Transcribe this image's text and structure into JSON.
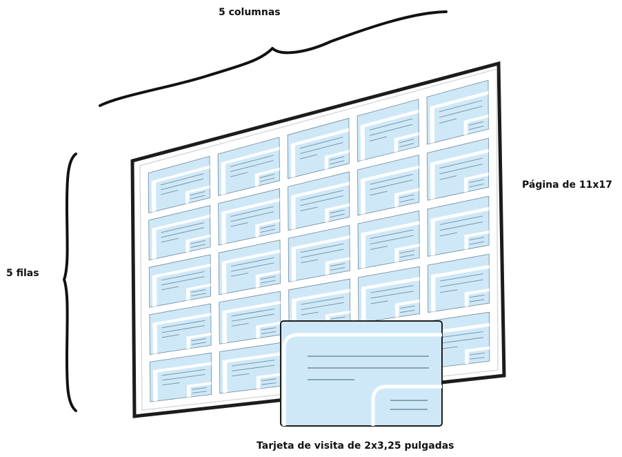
{
  "labels": {
    "columns": "5 columnas",
    "rows": "5 filas",
    "page": "Página de 11x17",
    "card": "Tarjeta de visita de 2x3,25 pulgadas"
  },
  "grid": {
    "columns": 5,
    "rows": 5
  },
  "colors": {
    "card_fill": "#cfe8f8",
    "card_light": "#eef8ff",
    "card_line": "#6b8ea3",
    "frame": "#1c1c1c",
    "sheet_border": "#d9d9d9"
  }
}
